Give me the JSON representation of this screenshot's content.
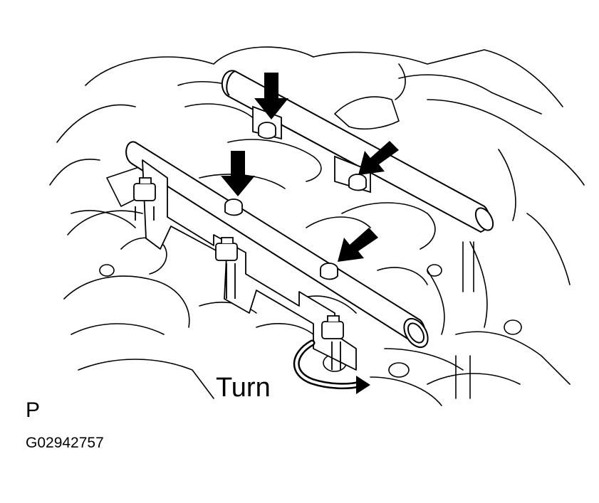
{
  "diagram": {
    "callouts": {
      "turn": "Turn",
      "view_letter": "P",
      "figure_id": "G02942757"
    },
    "colors": {
      "ink": "#000000",
      "paper": "#ffffff"
    },
    "icons": [
      "down-arrow-icon",
      "diagonal-arrow-icon",
      "curved-turn-arrow-icon"
    ]
  }
}
